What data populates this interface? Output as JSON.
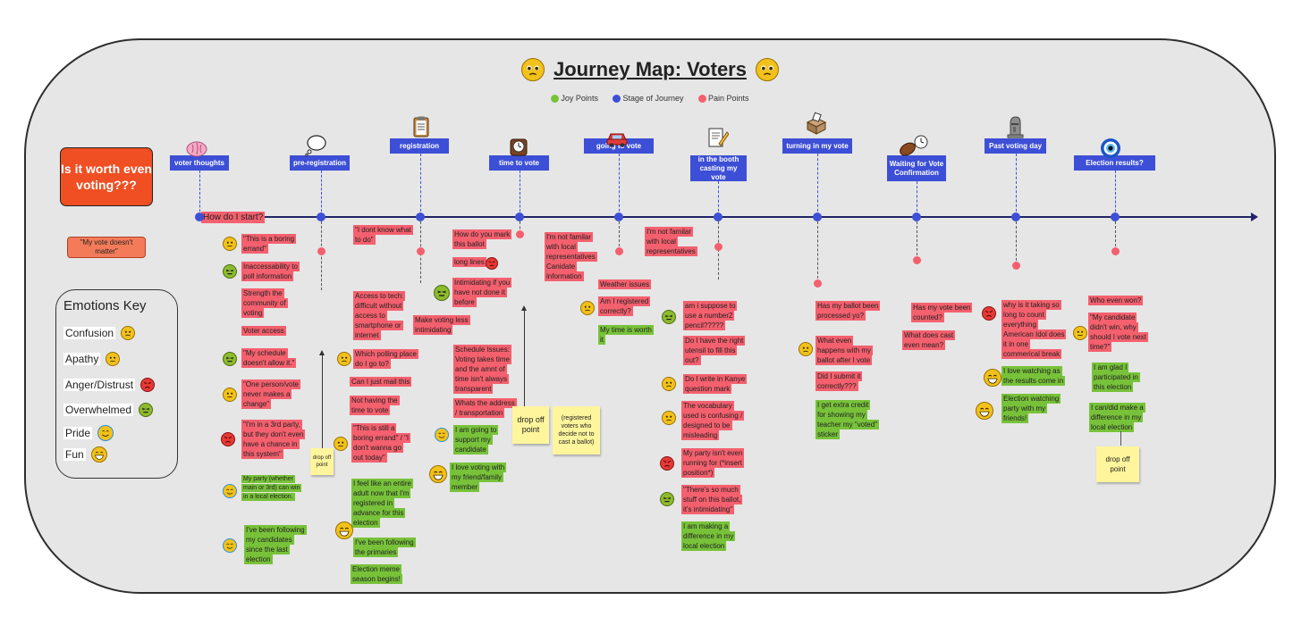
{
  "title": "Journey Map: Voters",
  "legend": {
    "joy": "Joy Points",
    "stage": "Stage of Journey",
    "pain": "Pain Points",
    "colors": {
      "joy": "#78c23a",
      "stage": "#3d4fd6",
      "pain": "#f4606e"
    }
  },
  "question": "Is it worth even voting???",
  "my_vote_note": "\"My vote doesn't matter\"",
  "emotions_key": {
    "title": "Emotions Key",
    "items": [
      {
        "label": "Confusion",
        "icon": "confused-face-icon"
      },
      {
        "label": "Apathy",
        "icon": "neutral-face-icon"
      },
      {
        "label": "Anger/Distrust",
        "icon": "angry-face-icon"
      },
      {
        "label": "Overwhelmed",
        "icon": "nauseated-face-icon"
      },
      {
        "label": "Pride",
        "icon": "halo-smile-face-icon"
      },
      {
        "label": "Fun",
        "icon": "grinning-face-icon"
      }
    ]
  },
  "stages": [
    {
      "label": "voter thoughts",
      "icon": "brain-icon"
    },
    {
      "label": "pre-registration",
      "icon": "thought-bubble-icon"
    },
    {
      "label": "registration",
      "icon": "clipboard-icon"
    },
    {
      "label": "time to vote",
      "icon": "clock-icon"
    },
    {
      "label": "going to vote",
      "icon": "car-icon"
    },
    {
      "label": "in the booth casting my vote",
      "icon": "memo-icon"
    },
    {
      "label": "turning in my vote",
      "icon": "ballot-box-icon"
    },
    {
      "label": "Waiting for Vote Confirmation",
      "icon": "hourglass-clock-icon"
    },
    {
      "label": "Past voting day",
      "icon": "moai-icon"
    },
    {
      "label": "Election results?",
      "icon": "nazar-eye-icon"
    }
  ],
  "notes": {
    "how_start": "How do I start?",
    "c1_1": "\"This is a boring errand\"",
    "c1_2": "Inaccessability to poll information",
    "c1_3": "Strength the community of voting",
    "c1_4": "Voter access",
    "c1_5": "\"My schedule doesn't allow it.\"",
    "c1_6": "\"One person/vote never makes a change\"",
    "c1_7": "\"I'm in a 3rd party, but they don't even have a chance in this system\"",
    "c1_8": "My party (whether main or 3rd) can win in a local election.",
    "c1_9": "I've been following my candidates since the last election",
    "c2_drop": "drop off point",
    "c3_1": "\"I dont know what to do\"",
    "c3_2": "Access to tech: difficult without access to smartphone or internet",
    "c3_3": "Which polling place do I go to?",
    "c3_4": "Can I just mail this",
    "c3_5": "Not having the time to vote",
    "c3_6": "\"This is still a boring errand\" / \"I don't wanna go out today\"",
    "c3_7": "I feel like an entire adult now that I'm registered in advance for this election",
    "c3_8": "I've been following the primaries",
    "c3_9": "Election meme season begins!",
    "c4_1": "How do you mark this ballot",
    "c4_2": "long lines",
    "c4_3": "Intimidating if you have not done it before",
    "c4_4": "Make voting less intimidating",
    "c4_5": "Schedule Issues: Voting takes time and the amnt of time isn't always transparent",
    "c4_6": "Whats the address / transportation",
    "c4_7": "I am going to support my candidate",
    "c4_8": "I love voting with my friend/family member",
    "c4_drop": "drop off point",
    "c4_note": "(registered voters who decide not to cast a ballot)",
    "c5_1": "I'm not familar with local representatives Canidate information",
    "c5_2": "Weather issues",
    "c5_3": "Am I registered correctly?",
    "c5_4": "My time is worth it",
    "c6_0": "I'm not familar with local representatives",
    "c6_1": "am i suppose to use a number2 pencil?????",
    "c6_2": "Do I have the right utensil to fill this out?",
    "c6_3": "Do I write in Kanye question mark",
    "c6_4": "The vocabulary used is confusing / designed to be misleading",
    "c6_5": "My party isn't even running for (*insert position*)",
    "c6_6": "\"There's so much stuff on this ballot, it's intimidating\"",
    "c6_7": "I am making a difference in my local election",
    "c7_1": "Has my ballot been processed yo?",
    "c7_2": "What even happens with my ballot after I vote",
    "c7_3": "Did I submit it correctly???",
    "c7_4": "I get extra credit for showing my teacher my \"voted\" sticker",
    "c8_1": "Has my vote been counted?",
    "c8_2": "What does cast even mean?",
    "c9_1": "why is it taking so long to count everything American Idol does it in one commerical break",
    "c9_2": "I love watching as the results come in",
    "c9_3": "Election watching party with my friends!",
    "c10_1": "Who even won?",
    "c10_2": "\"My candidate didn't win, why should I vote next time?\"",
    "c10_3": "I am glad I participated in this election",
    "c10_4": "I can/did make a difference in my local election",
    "c10_drop": "drop off point"
  }
}
